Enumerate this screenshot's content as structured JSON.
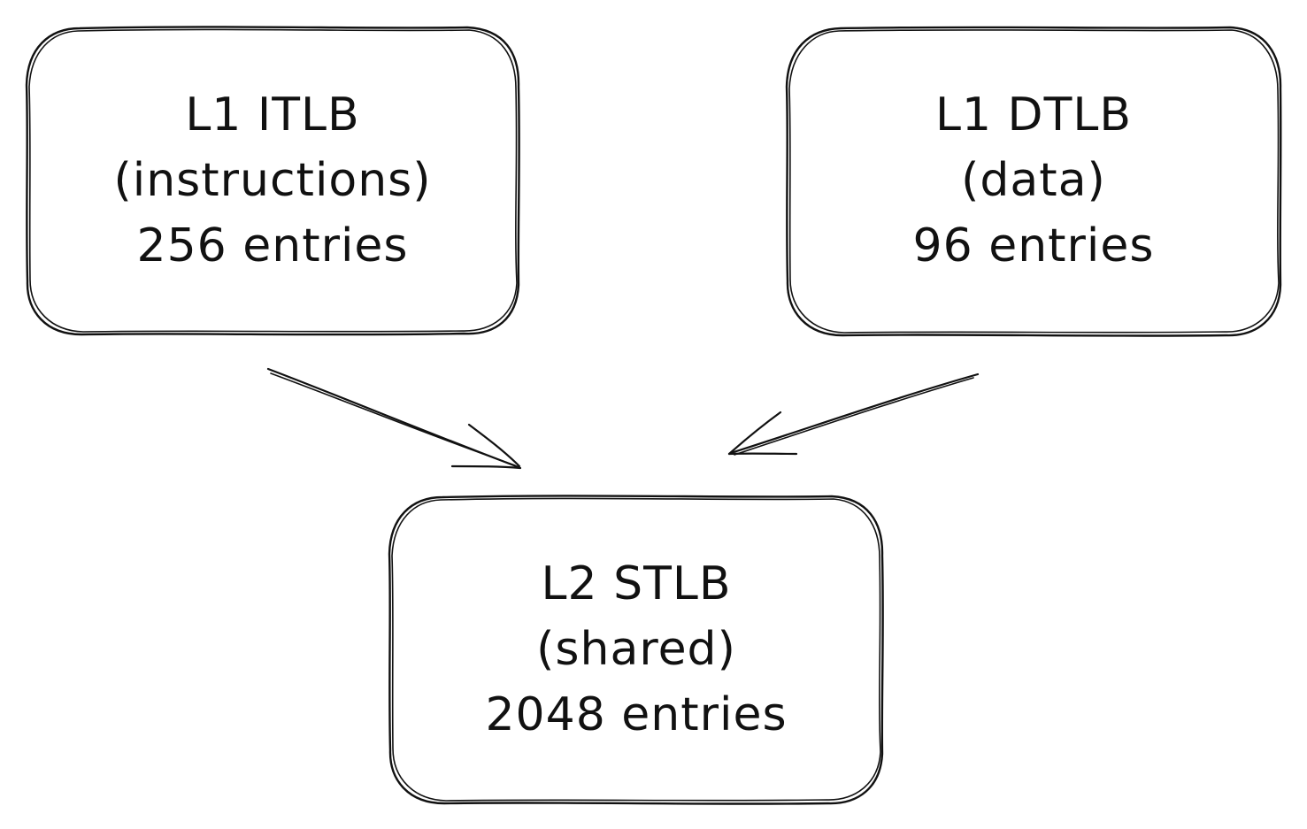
{
  "nodes": {
    "l1_itlb": {
      "title": "L1 ITLB",
      "subtitle": "(instructions)",
      "entries": "256 entries"
    },
    "l1_dtlb": {
      "title": "L1 DTLB",
      "subtitle": "(data)",
      "entries": "96 entries"
    },
    "l2_stlb": {
      "title": "L2 STLB",
      "subtitle": "(shared)",
      "entries": "2048 entries"
    }
  },
  "edges": [
    {
      "from": "l1_itlb",
      "to": "l2_stlb"
    },
    {
      "from": "l1_dtlb",
      "to": "l2_stlb"
    }
  ],
  "colors": {
    "stroke": "#111111",
    "background": "#ffffff"
  }
}
